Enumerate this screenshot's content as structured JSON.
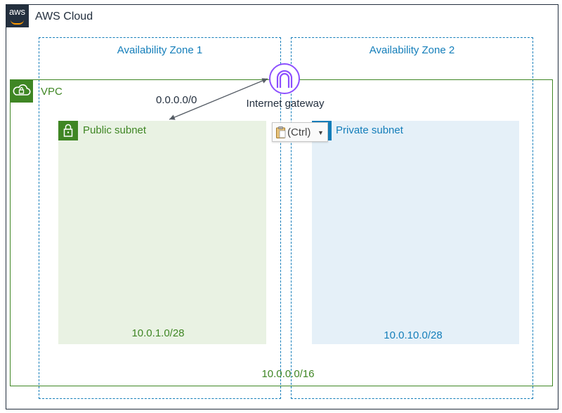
{
  "aws_cloud": {
    "logo_text": "aws",
    "title": "AWS Cloud"
  },
  "availability_zones": [
    {
      "label": "Availability Zone 1"
    },
    {
      "label": "Availability Zone 2"
    }
  ],
  "vpc": {
    "label": "VPC",
    "cidr": "10.0.0.0/16"
  },
  "internet_gateway": {
    "label": "Internet gateway"
  },
  "route": {
    "label": "0.0.0.0/0"
  },
  "public_subnet": {
    "label": "Public subnet",
    "cidr": "10.0.1.0/28"
  },
  "private_subnet": {
    "label": "Private subnet",
    "cidr": "10.0.10.0/28"
  },
  "paste_options": {
    "label": "(Ctrl)"
  },
  "colors": {
    "aws_dark": "#232f3e",
    "aws_orange": "#ff9900",
    "vpc_green": "#3f8624",
    "az_blue": "#147eba",
    "igw_purple": "#8c4fff",
    "public_fill": "#e9f2e3",
    "private_fill": "#e5f0f8"
  },
  "icons": {
    "aws_logo": "aws-logo-icon",
    "vpc": "cloud-lock-icon",
    "public_subnet": "padlock-icon",
    "private_subnet": "padlock-icon",
    "internet_gateway": "gateway-arch-icon",
    "paste": "clipboard-icon",
    "paste_dropdown": "caret-down-icon"
  }
}
